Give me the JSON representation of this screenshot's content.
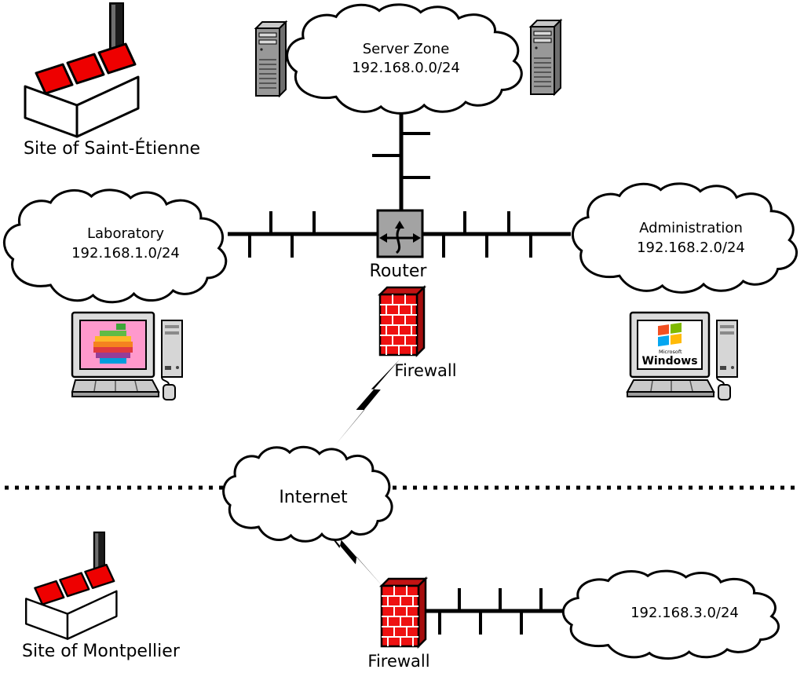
{
  "sites": {
    "saint_etienne": {
      "label": "Site of Saint-Étienne"
    },
    "montpellier": {
      "label": "Site of Montpellier"
    }
  },
  "networks": {
    "server_zone": {
      "name": "Server Zone",
      "subnet": "192.168.0.0/24"
    },
    "laboratory": {
      "name": "Laboratory",
      "subnet": "192.168.1.0/24"
    },
    "administration": {
      "name": "Administration",
      "subnet": "192.168.2.0/24"
    },
    "internet": {
      "name": "Internet"
    },
    "montpellier_lan": {
      "subnet": "192.168.3.0/24"
    }
  },
  "devices": {
    "router": {
      "label": "Router"
    },
    "firewall_main": {
      "label": "Firewall"
    },
    "firewall_montpellier": {
      "label": "Firewall"
    }
  },
  "workstations": {
    "windows_pc": {
      "brand_small": "Microsoft",
      "brand": "Windows"
    }
  },
  "colors": {
    "brick_red": "#ee1111",
    "factory_red": "#ee0000",
    "device_gray": "#a3a3a3"
  }
}
